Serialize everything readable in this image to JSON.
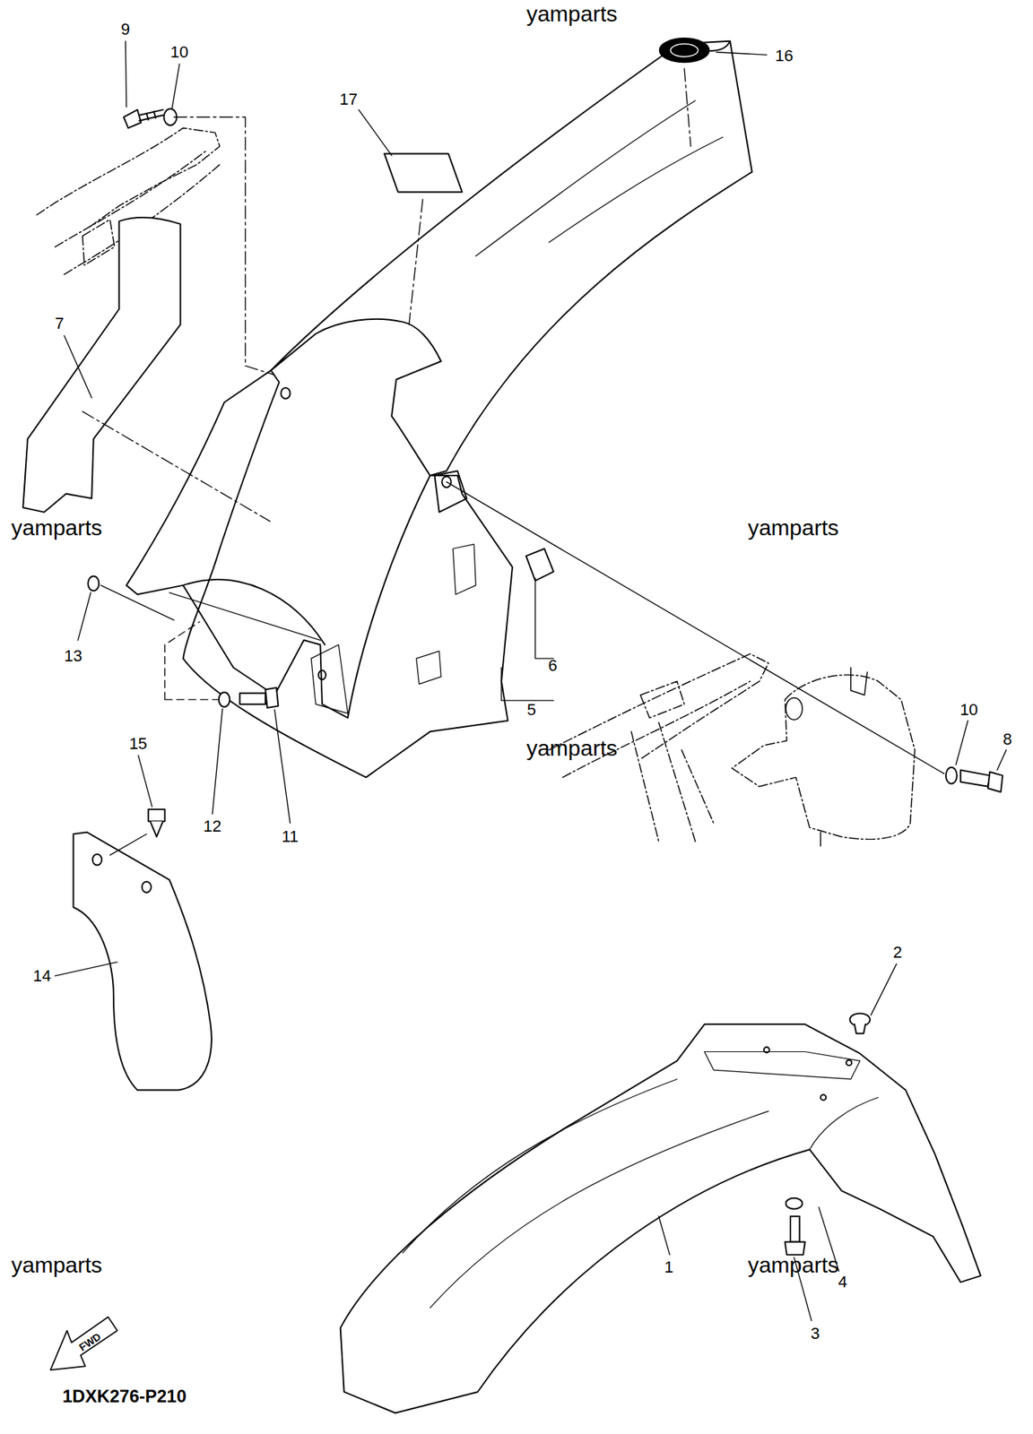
{
  "diagram": {
    "labels": [
      "yamparts",
      "9",
      "10",
      "16",
      "17",
      "7",
      "yamparts",
      "yamparts",
      "13",
      "6",
      "5",
      "yamparts",
      "10",
      "8",
      "15",
      "12",
      "11",
      "14",
      "2",
      "yamparts",
      "4",
      "1",
      "yamparts",
      "3",
      "FWD",
      "1DXK276-P210"
    ]
  }
}
